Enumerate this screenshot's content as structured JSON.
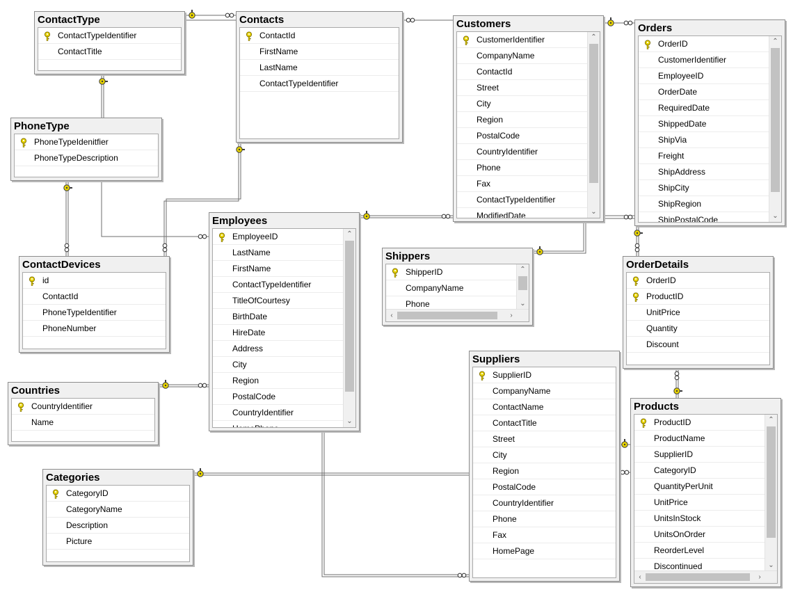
{
  "tables": {
    "contacttype": {
      "title": "ContactType",
      "columns": [
        {
          "name": "ContactTypeIdentifier",
          "pk": true
        },
        {
          "name": "ContactTitle",
          "pk": false
        }
      ]
    },
    "contacts": {
      "title": "Contacts",
      "columns": [
        {
          "name": "ContactId",
          "pk": true
        },
        {
          "name": "FirstName",
          "pk": false
        },
        {
          "name": "LastName",
          "pk": false
        },
        {
          "name": "ContactTypeIdentifier",
          "pk": false
        }
      ]
    },
    "customers": {
      "title": "Customers",
      "columns": [
        {
          "name": "CustomerIdentifier",
          "pk": true
        },
        {
          "name": "CompanyName",
          "pk": false
        },
        {
          "name": "ContactId",
          "pk": false
        },
        {
          "name": "Street",
          "pk": false
        },
        {
          "name": "City",
          "pk": false
        },
        {
          "name": "Region",
          "pk": false
        },
        {
          "name": "PostalCode",
          "pk": false
        },
        {
          "name": "CountryIdentifier",
          "pk": false
        },
        {
          "name": "Phone",
          "pk": false
        },
        {
          "name": "Fax",
          "pk": false
        },
        {
          "name": "ContactTypeIdentifier",
          "pk": false
        },
        {
          "name": "ModifiedDate",
          "pk": false
        }
      ]
    },
    "orders": {
      "title": "Orders",
      "columns": [
        {
          "name": "OrderID",
          "pk": true
        },
        {
          "name": "CustomerIdentifier",
          "pk": false
        },
        {
          "name": "EmployeeID",
          "pk": false
        },
        {
          "name": "OrderDate",
          "pk": false
        },
        {
          "name": "RequiredDate",
          "pk": false
        },
        {
          "name": "ShippedDate",
          "pk": false
        },
        {
          "name": "ShipVia",
          "pk": false
        },
        {
          "name": "Freight",
          "pk": false
        },
        {
          "name": "ShipAddress",
          "pk": false
        },
        {
          "name": "ShipCity",
          "pk": false
        },
        {
          "name": "ShipRegion",
          "pk": false
        },
        {
          "name": "ShipPostalCode",
          "pk": false
        }
      ]
    },
    "phonetype": {
      "title": "PhoneType",
      "columns": [
        {
          "name": "PhoneTypeIdenitfier",
          "pk": true
        },
        {
          "name": "PhoneTypeDescription",
          "pk": false
        }
      ]
    },
    "contactdevices": {
      "title": "ContactDevices",
      "columns": [
        {
          "name": "id",
          "pk": true
        },
        {
          "name": "ContactId",
          "pk": false
        },
        {
          "name": "PhoneTypeIdentifier",
          "pk": false
        },
        {
          "name": "PhoneNumber",
          "pk": false
        }
      ]
    },
    "employees": {
      "title": "Employees",
      "columns": [
        {
          "name": "EmployeeID",
          "pk": true
        },
        {
          "name": "LastName",
          "pk": false
        },
        {
          "name": "FirstName",
          "pk": false
        },
        {
          "name": "ContactTypeIdentifier",
          "pk": false
        },
        {
          "name": "TitleOfCourtesy",
          "pk": false
        },
        {
          "name": "BirthDate",
          "pk": false
        },
        {
          "name": "HireDate",
          "pk": false
        },
        {
          "name": "Address",
          "pk": false
        },
        {
          "name": "City",
          "pk": false
        },
        {
          "name": "Region",
          "pk": false
        },
        {
          "name": "PostalCode",
          "pk": false
        },
        {
          "name": "CountryIdentifier",
          "pk": false
        },
        {
          "name": "HomePhone",
          "pk": false
        }
      ]
    },
    "shippers": {
      "title": "Shippers",
      "columns": [
        {
          "name": "ShipperID",
          "pk": true
        },
        {
          "name": "CompanyName",
          "pk": false
        },
        {
          "name": "Phone",
          "pk": false
        }
      ]
    },
    "orderdetails": {
      "title": "OrderDetails",
      "columns": [
        {
          "name": "OrderID",
          "pk": true
        },
        {
          "name": "ProductID",
          "pk": true
        },
        {
          "name": "UnitPrice",
          "pk": false
        },
        {
          "name": "Quantity",
          "pk": false
        },
        {
          "name": "Discount",
          "pk": false
        }
      ]
    },
    "countries": {
      "title": "Countries",
      "columns": [
        {
          "name": "CountryIdentifier",
          "pk": true
        },
        {
          "name": "Name",
          "pk": false
        }
      ]
    },
    "suppliers": {
      "title": "Suppliers",
      "columns": [
        {
          "name": "SupplierID",
          "pk": true
        },
        {
          "name": "CompanyName",
          "pk": false
        },
        {
          "name": "ContactName",
          "pk": false
        },
        {
          "name": "ContactTitle",
          "pk": false
        },
        {
          "name": "Street",
          "pk": false
        },
        {
          "name": "City",
          "pk": false
        },
        {
          "name": "Region",
          "pk": false
        },
        {
          "name": "PostalCode",
          "pk": false
        },
        {
          "name": "CountryIdentifier",
          "pk": false
        },
        {
          "name": "Phone",
          "pk": false
        },
        {
          "name": "Fax",
          "pk": false
        },
        {
          "name": "HomePage",
          "pk": false
        }
      ]
    },
    "products": {
      "title": "Products",
      "columns": [
        {
          "name": "ProductID",
          "pk": true
        },
        {
          "name": "ProductName",
          "pk": false
        },
        {
          "name": "SupplierID",
          "pk": false
        },
        {
          "name": "CategoryID",
          "pk": false
        },
        {
          "name": "QuantityPerUnit",
          "pk": false
        },
        {
          "name": "UnitPrice",
          "pk": false
        },
        {
          "name": "UnitsInStock",
          "pk": false
        },
        {
          "name": "UnitsOnOrder",
          "pk": false
        },
        {
          "name": "ReorderLevel",
          "pk": false
        },
        {
          "name": "Discontinued",
          "pk": false
        }
      ]
    },
    "categories": {
      "title": "Categories",
      "columns": [
        {
          "name": "CategoryID",
          "pk": true
        },
        {
          "name": "CategoryName",
          "pk": false
        },
        {
          "name": "Description",
          "pk": false
        },
        {
          "name": "Picture",
          "pk": false
        }
      ]
    }
  },
  "colors": {
    "key": "#e8d400",
    "line": "#6e6e6e",
    "header": "#f0f0f0"
  },
  "icons": {
    "primary_key": "key-icon",
    "one_end": "key-endpoint-icon",
    "many_end": "infinity-endpoint-icon"
  }
}
